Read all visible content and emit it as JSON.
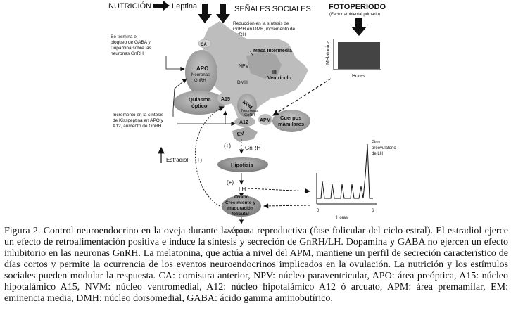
{
  "top": {
    "nutricion": "NUTRICIÓN",
    "leptina": "Leptina",
    "senales": "SEÑALES SOCIALES",
    "reduccion_lines": [
      "Reducción en la síntesis de",
      "GnRH en DMB, incremento de",
      "GnRH"
    ]
  },
  "fotoperiodo": {
    "title": "FOTOPERIODO",
    "subtitle": "(Factor ambiental primario)",
    "y_label": "Melatonina",
    "x_label": "Horas"
  },
  "notes": {
    "gaba_lines": [
      "Se termina el",
      "bloqueo de GABA y",
      "Dopamina sobre las",
      "neuronas GnRH"
    ],
    "kiss_lines": [
      "Incremento en la síntesis",
      "de Kisspeptina en APO y",
      "A12, aumento de GnRH"
    ]
  },
  "regions": {
    "ca": "CA",
    "apo": "APO",
    "apo_sub": [
      "Neuronas",
      "GnRH"
    ],
    "npv": "NPV",
    "dmh": "DMH",
    "masa": "Masa Intermedia",
    "ventriculo": [
      "III",
      "Ventrículo"
    ],
    "quiasma": [
      "Quiasma",
      "óptico"
    ],
    "a15": "A15",
    "nvm": "NVM",
    "neuronas_gnrh": [
      "Neuronas",
      "GnRH"
    ],
    "apm": "APM",
    "cuerpos": [
      "Cuerpos",
      "mamilares"
    ],
    "a12": "A12",
    "em": "EM"
  },
  "flow": {
    "plus1": "(+)",
    "gnrh": "GnRH",
    "hipofisis": "Hipófisis",
    "plus2": "(+)",
    "lh": "LH",
    "ovario": [
      "Ovario",
      "Crecimiento y",
      "maduración",
      "folicular"
    ],
    "ovulacion": "Ovulación",
    "estradiol": "Estradiol",
    "plus3": "(+)"
  },
  "lh_chart": {
    "peak_label": [
      "Pico",
      "preovulatorio",
      "de LH"
    ],
    "x_start": "0",
    "x_end": "6",
    "x_label": "Horas"
  },
  "caption": "Figura 2. Control neuroendocrino en la oveja durante la época reproductiva (fase folicular del ciclo estral). El estradiol ejerce un efecto de retroalimentación positiva e induce la síntesis y secreción de GnRH/LH. Dopamina y GABA no ejercen un efecto inhibitorio en las neuronas GnRH. La melatonina, que actúa a nivel del APM, mantiene un perfil de secreción característico de días cortos y permite la ocurrencia de los eventos neuroendocrinos implicados en la ovulación. La nutrición y los estímulos sociales pueden modular la respuesta. CA: comisura anterior, NPV: núcleo paraventricular, APO: área preóptica, A15: núcleo hipotalámico A15, NVM: núcleo ventromedial, A12: núcleo hipotalámico A12 ó arcuato, APM: área premamilar, EM: eminencia media, DMH: núcleo dorsomedial, GABA: ácido gamma aminobutírico."
}
